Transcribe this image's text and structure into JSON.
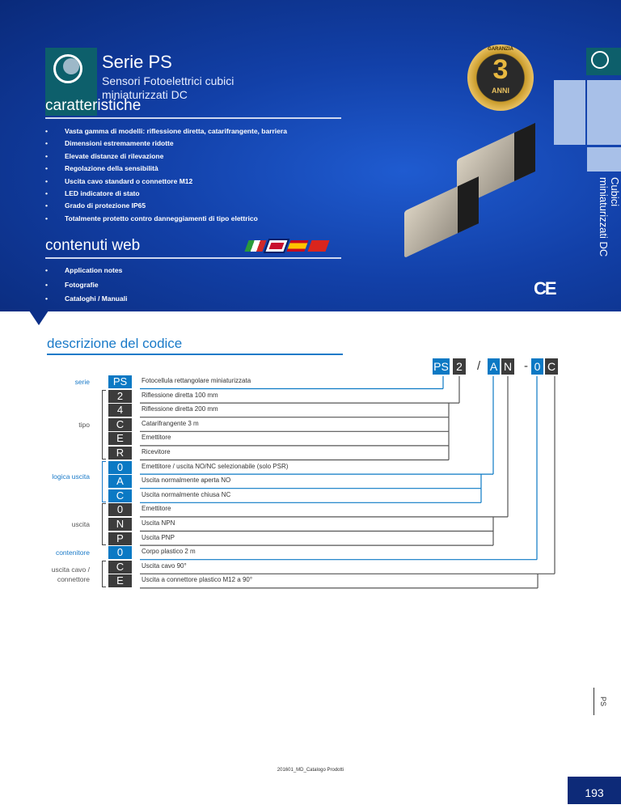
{
  "header": {
    "title": "Serie PS",
    "subtitle": "Sensori Fotoelettrici cubici miniaturizzati DC"
  },
  "features": {
    "heading": "caratteristiche",
    "items": [
      "Vasta gamma di modelli: riflessione diretta, catarifrangente, barriera",
      "Dimensioni estremamente ridotte",
      "Elevate distanze di rilevazione",
      "Regolazione della sensibilità",
      "Uscita cavo standard o connettore M12",
      "LED indicatore di stato",
      "Grado di protezione IP65",
      "Totalmente protetto contro danneggiamenti di tipo elettrico"
    ]
  },
  "web": {
    "heading": "contenuti web",
    "items": [
      "Application notes",
      "Fotografie",
      "Cataloghi / Manuali"
    ]
  },
  "badge": {
    "top": "GARANZIA",
    "number": "3",
    "label": "ANNI"
  },
  "ce_mark": "CE",
  "side_tab": {
    "label_line1": "Cubici",
    "label_line2": "miniaturizzati DC"
  },
  "code": {
    "heading": "descrizione del codice",
    "parts": [
      {
        "text": "PS",
        "color": "blue"
      },
      {
        "text": "2",
        "color": "dark"
      },
      {
        "sep": "/"
      },
      {
        "text": "A",
        "color": "blue"
      },
      {
        "text": "N",
        "color": "dark"
      },
      {
        "sep": "-"
      },
      {
        "text": "0",
        "color": "blue"
      },
      {
        "text": "C",
        "color": "dark"
      }
    ],
    "groups": [
      {
        "label": "serie",
        "color": "blue"
      },
      {
        "label": "tipo",
        "color": "dark"
      },
      {
        "label": "logica uscita",
        "color": "blue"
      },
      {
        "label": "uscita",
        "color": "dark"
      },
      {
        "label": "contenitore",
        "color": "blue"
      },
      {
        "label": "uscita cavo / connettore",
        "color": "dark"
      }
    ],
    "rows": [
      {
        "code": "PS",
        "desc": "Fotocellula rettangolare miniaturizzata"
      },
      {
        "code": "2",
        "desc": "Riflessione diretta 100 mm"
      },
      {
        "code": "4",
        "desc": "Riflessione diretta 200 mm"
      },
      {
        "code": "C",
        "desc": "Catarifrangente 3 m"
      },
      {
        "code": "E",
        "desc": "Emettitore"
      },
      {
        "code": "R",
        "desc": "Ricevitore"
      },
      {
        "code": "0",
        "desc": "Emettitore / uscita NO/NC selezionabile (solo PSR)"
      },
      {
        "code": "A",
        "desc": "Uscita normalmente aperta NO"
      },
      {
        "code": "C",
        "desc": "Uscita normalmente chiusa NC"
      },
      {
        "code": "0",
        "desc": "Emettitore"
      },
      {
        "code": "N",
        "desc": "Uscita NPN"
      },
      {
        "code": "P",
        "desc": "Uscita PNP"
      },
      {
        "code": "0",
        "desc": "Corpo plastico 2 m"
      },
      {
        "code": "C",
        "desc": "Uscita cavo 90°"
      },
      {
        "code": "E",
        "desc": "Uscita a connettore plastico M12 a 90°"
      }
    ]
  },
  "footer": {
    "section_label": "PS",
    "catalog": "201601_MD_Catalogo Prodotti",
    "page_number": "193"
  },
  "colors": {
    "blue": "#0b79c4",
    "dark": "#3c3c3c",
    "banner": "#1240a8"
  }
}
